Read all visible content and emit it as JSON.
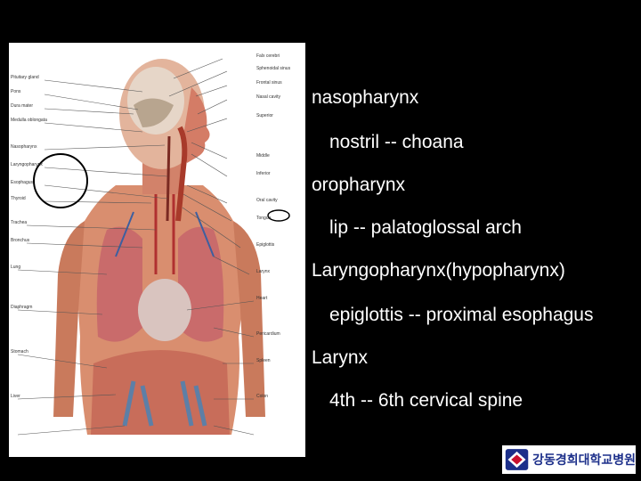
{
  "figure": {
    "labels_left": [
      "Pituitary gland",
      "Pons",
      "Dura mater",
      "Medulla oblongata",
      "Nasopharynx",
      "Laryngopharynx",
      "Esophagus",
      "Thyroid",
      "Trachea",
      "Bronchus",
      "Lung",
      "Diaphragm",
      "Stomach",
      "Liver"
    ],
    "labels_right": [
      "Falx cerebri",
      "Sphenoidal sinus",
      "Frontal sinus",
      "Nasal cavity",
      "Superior",
      "Middle",
      "Inferior",
      "Oral cavity",
      "Tongue",
      "Epiglottis",
      "Larynx",
      "Heart",
      "Pericardium",
      "Spleen",
      "Colon"
    ]
  },
  "notes": [
    {
      "text": "nasopharynx",
      "level": "main"
    },
    {
      "text": "nostril -- choana",
      "level": "sub"
    },
    {
      "text": "oropharynx",
      "level": "main"
    },
    {
      "text": "lip -- palatoglossal arch",
      "level": "sub"
    },
    {
      "text": "Laryngopharynx(hypopharynx)",
      "level": "main"
    },
    {
      "text": "epiglottis -- proximal esophagus",
      "level": "sub"
    },
    {
      "text": "Larynx",
      "level": "main"
    },
    {
      "text": "4th -- 6th cervical spine",
      "level": "sub"
    }
  ],
  "logo": {
    "name": "강동경희대학교병원",
    "emblem_icon": "hospital-emblem-icon"
  },
  "colors": {
    "background": "#000000",
    "text": "#ffffff",
    "logo_text": "#1c2f8a"
  }
}
